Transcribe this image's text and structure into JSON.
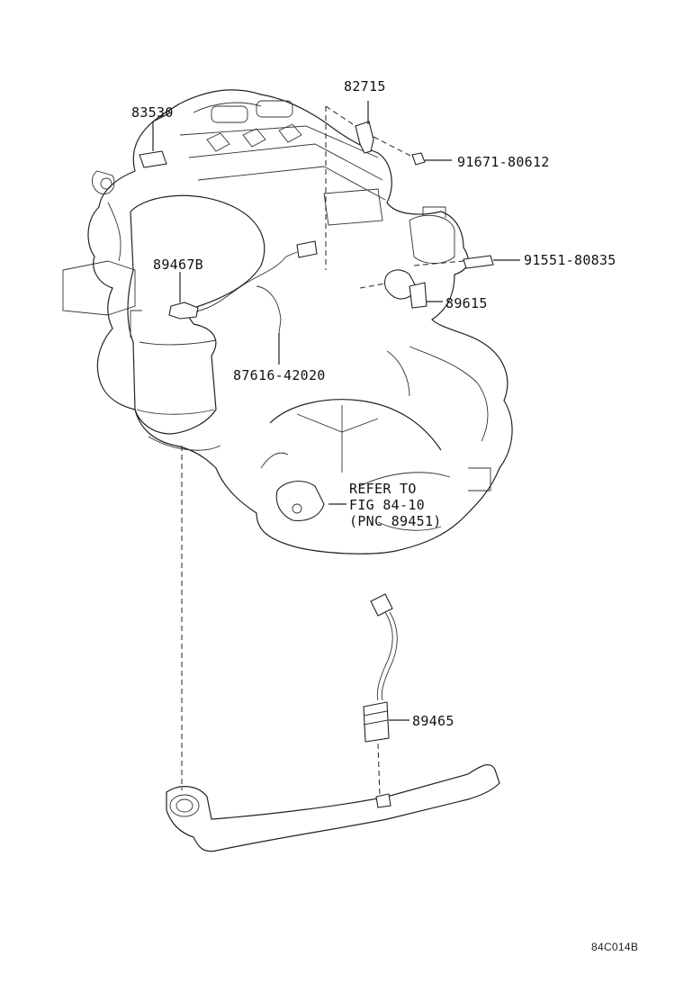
{
  "labels": {
    "p82715": "82715",
    "p83530": "83530",
    "p91671": "91671-80612",
    "p91551": "91551-80835",
    "p89467b": "89467B",
    "p89615": "89615",
    "p87616": "87616-42020",
    "refer_line1": "REFER TO",
    "refer_line2": "FIG 84-10",
    "refer_line3": "(PNC 89451)",
    "p89465": "89465",
    "figure_code": "84C014B"
  },
  "colors": {
    "ink": "#222222",
    "paper": "#ffffff"
  }
}
